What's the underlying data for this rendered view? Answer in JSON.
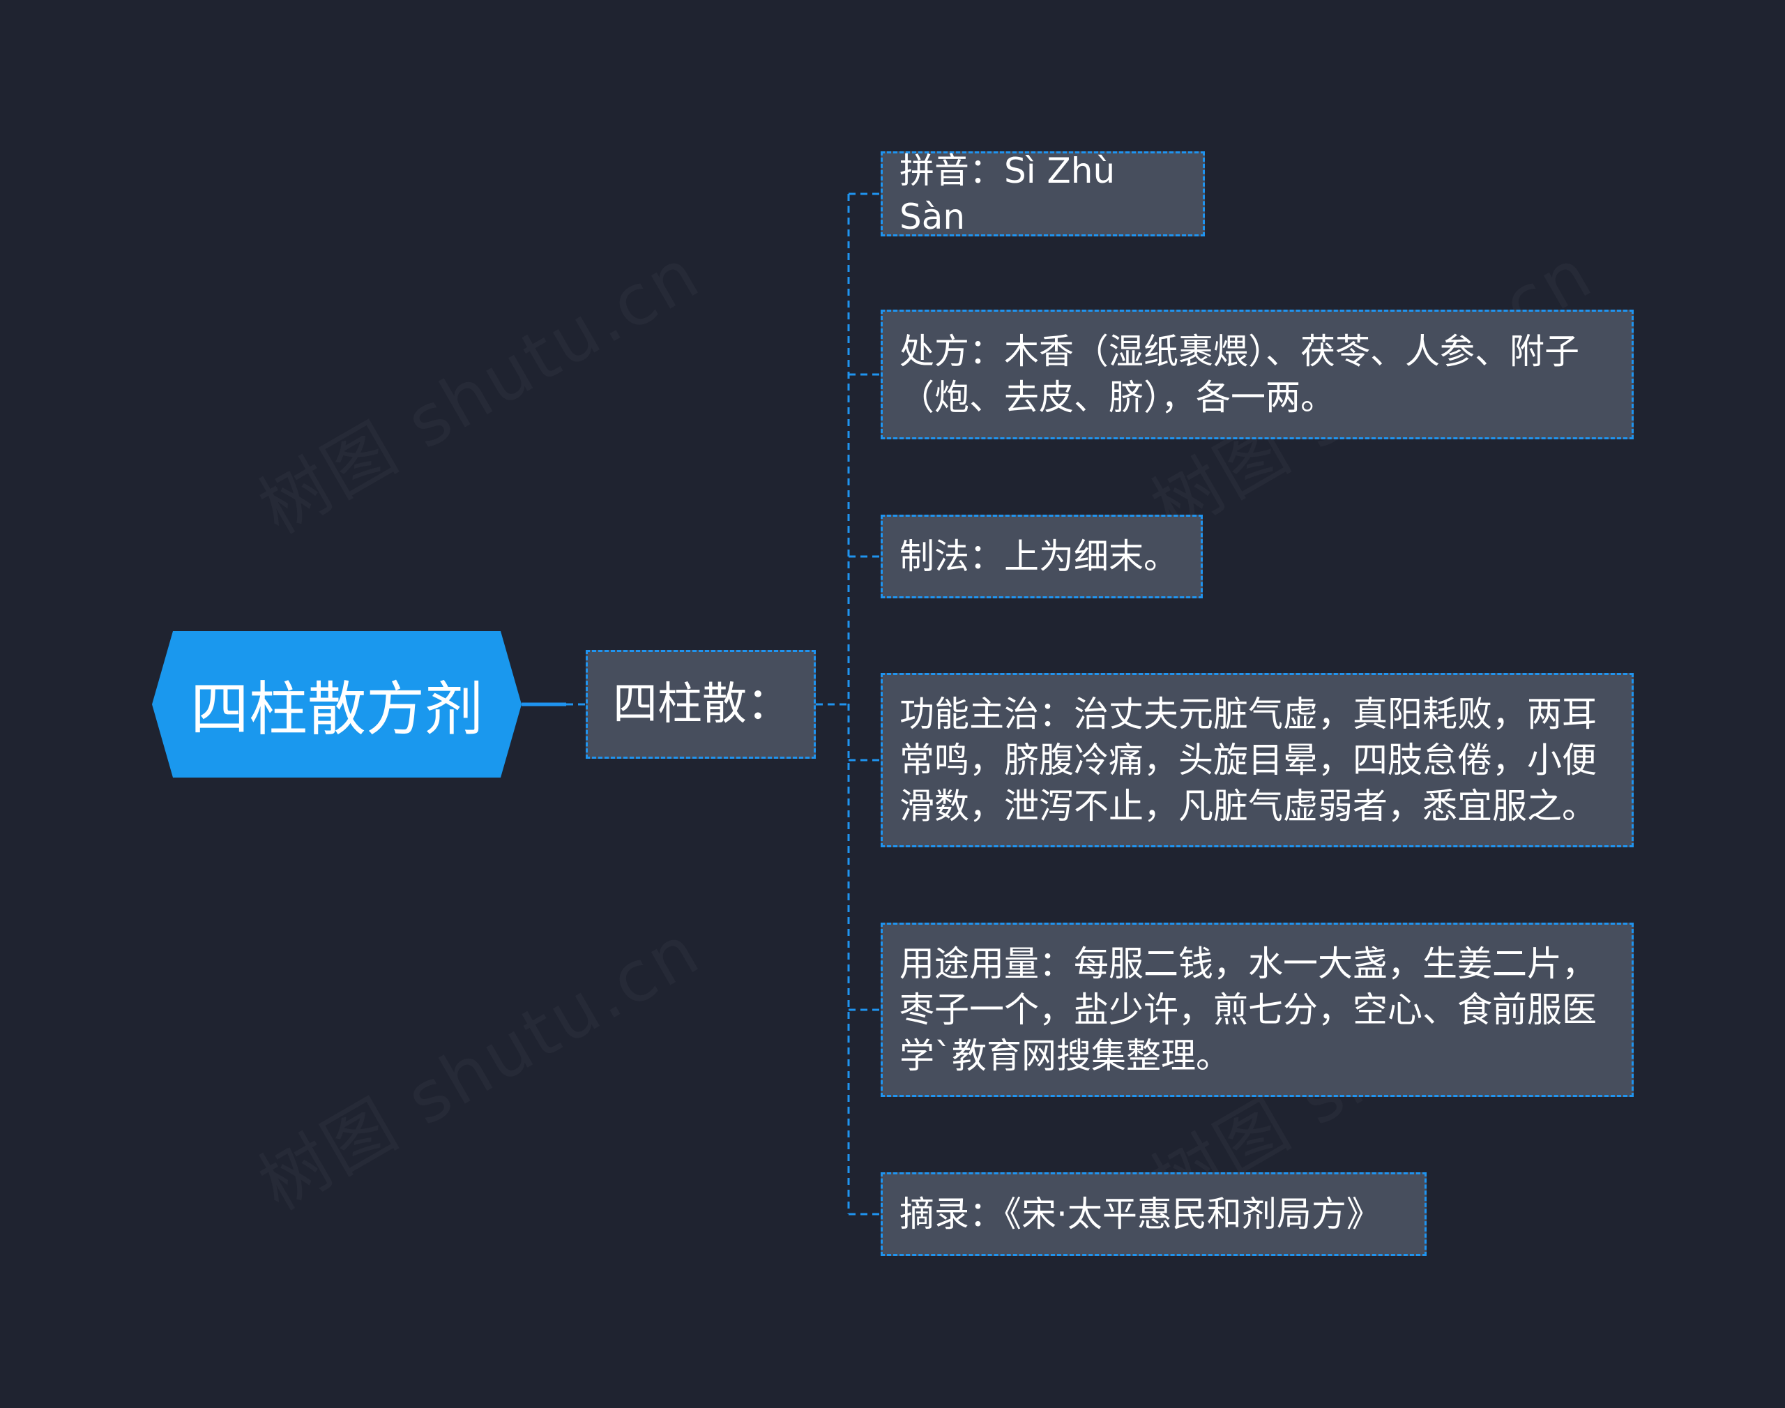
{
  "colors": {
    "background": "#1f2330",
    "root_fill": "#1a98ee",
    "node_fill": "#474e5d",
    "connector": "#1f94f0",
    "text": "#ffffff"
  },
  "root": {
    "label": "四柱散方剂"
  },
  "mid": {
    "label": "四柱散："
  },
  "items": [
    {
      "label": "拼音：Sì Zhù Sàn"
    },
    {
      "label": "处方：木香（湿纸裹煨）、茯苓、人参、附子（炮、去皮、脐），各一两。"
    },
    {
      "label": "制法：上为细末。"
    },
    {
      "label": "功能主治：治丈夫元脏气虚，真阳耗败，两耳常鸣，脐腹冷痛，头旋目晕，四肢怠倦，小便滑数，泄泻不止，凡脏气虚弱者，悉宜服之。"
    },
    {
      "label": "用途用量：每服二钱，水一大盏，生姜二片，枣子一个，盐少许，煎七分，空心、食前服医学`教育网搜集整理。"
    },
    {
      "label": "摘录：《宋·太平惠民和剂局方》"
    }
  ],
  "watermark": "树图 shutu.cn"
}
